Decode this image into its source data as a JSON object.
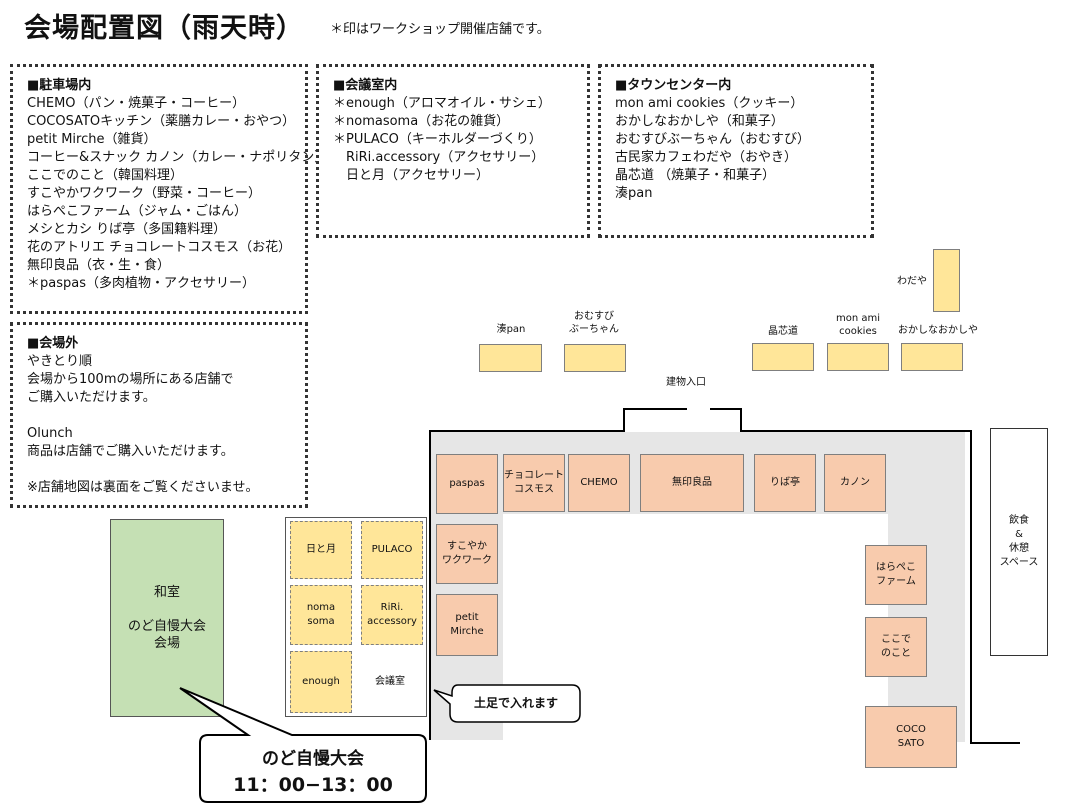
{
  "title": "会場配置図（雨天時）",
  "note": "＊印はワークショップ開催店舗です。",
  "boxes": {
    "parking": {
      "heading": "■駐車場内",
      "items": [
        "CHEMO（パン・焼菓子・コーヒー）",
        "COCOSATOキッチン（薬膳カレー・おやつ）",
        "petit Mirche（雑貨）",
        "コーヒー&スナック カノン（カレー・ナポリタン）",
        "ここでのこと（韓国料理）",
        "すこやかワクワーク（野菜・コーヒー）",
        "はらぺこファーム（ジャム・ごはん）",
        "メシとカシ りば亭（多国籍料理）",
        "花のアトリエ チョコレートコスモス（お花）",
        "無印良品（衣・生・食）",
        "＊paspas（多肉植物・アクセサリー）"
      ]
    },
    "meeting": {
      "heading": "■会議室内",
      "items": [
        "＊enough（アロマオイル・サシェ）",
        "＊nomasoma（お花の雑貨）",
        "＊PULACO（キーホルダーづくり）",
        "　RiRi.accessory（アクセサリー）",
        "　日と月（アクセサリー）"
      ]
    },
    "town": {
      "heading": "■タウンセンター内",
      "items": [
        "mon ami cookies（クッキー）",
        "おかしなおかしや（和菓子）",
        "おむすびぶーちゃん（おむすび）",
        "古民家カフェわだや（おやき）",
        "晶芯道 （焼菓子・和菓子）",
        "湊pan"
      ]
    },
    "outside": {
      "heading": "■会場外",
      "items": [
        "やきとり順",
        "会場から100mの場所にある店舗で",
        "ご購入いただけます。",
        "",
        "Olunch",
        "商品は店舗でご購入いただけます。",
        "",
        "※店舗地図は裏面をご覧くださいませ。"
      ]
    }
  },
  "map": {
    "town_labels": {
      "minato": "湊pan",
      "omusubi": "おむすび\nぶーちゃん",
      "shoshindo": "晶芯道",
      "monami": "mon ami\ncookies",
      "okashi": "おかしなおかしや",
      "wadaya": "わだや"
    },
    "entrance": "建物入口",
    "hall": {
      "paspas": "paspas",
      "chocolate": "チョコレート\nコスモス",
      "chemo": "CHEMO",
      "muji": "無印良品",
      "ribatei": "りば亭",
      "kanon": "カノン",
      "sukoyaka": "すこやか\nワクワーク",
      "petit": "petit\nMirche",
      "harapeko": "はらぺこ\nファーム",
      "kokode": "ここで\nのこと",
      "cocosato": "COCO\nSATO"
    },
    "meeting_room": {
      "hitotsuki": "日と月",
      "pulaco": "PULACO",
      "nomasoma": "noma\nsoma",
      "riri": "RiRi.\naccessory",
      "enough": "enough",
      "room_label": "会議室"
    },
    "rest_space": "飲食\n&\n休憩\nスペース",
    "washitsu": "和室\n\nのど自慢大会\n会場",
    "dosoku": "土足で入れます",
    "karaoke": {
      "name": "のど自慢大会",
      "time": "11：00−13：00"
    }
  },
  "colors": {
    "shop_orange": "#f8cbad",
    "shop_yellow": "#ffe699",
    "washitsu_green": "#c5e0b4",
    "corridor_gray": "#e6e6e6"
  }
}
